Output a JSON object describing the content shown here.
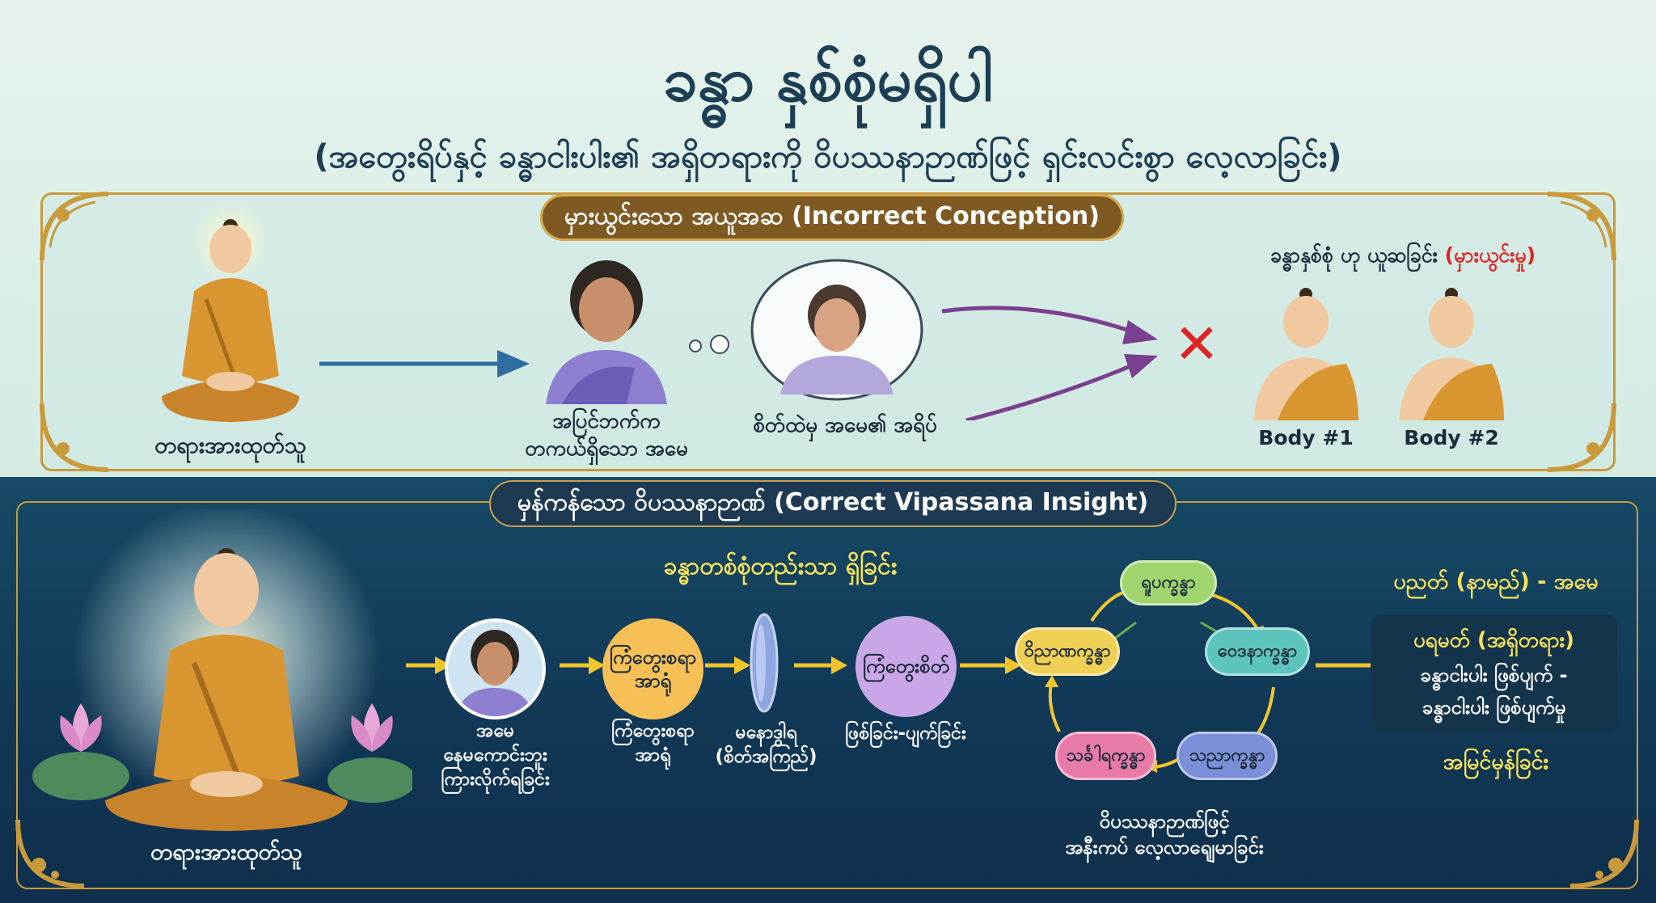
{
  "title": "ခန္ဓာ နှစ်စုံမရှိပါ",
  "subtitle": "(အတွေးရိပ်နှင့် ခန္ဓာငါးပါး၏ အရှိတရားကို ဝိပဿနာဉာဏ်ဖြင့် ရှင်းလင်းစွာ လေ့လာခြင်း)",
  "top_section": {
    "banner": "မှားယွင်းသော အယူအဆ (Incorrect Conception)",
    "meditator_label": "တရားအားထုတ်သူ",
    "mother_label_line1": "အပြင်ဘက်က",
    "mother_label_line2": "တကယ်ရှိသော အမေ",
    "thought_label": "စိတ်ထဲမှ အမေ၏ အရိပ်",
    "wrong_view_prefix": "ခန္ဓာနှစ်စုံ ဟု ယူဆခြင်း",
    "wrong_view_tag": "(မှားယွင်းမှု)",
    "body1": "Body #1",
    "body2": "Body #2",
    "cross": "✕"
  },
  "bottom_section": {
    "banner": "မှန်ကန်သော ဝိပဿနာဉာဏ် (Correct Vipassana Insight)",
    "single_khandha": "ခန္ဓာတစ်စုံတည်းသာ ရှိခြင်း",
    "meditator_label": "တရားအားထုတ်သူ",
    "mother_caption_line1": "အမေ",
    "mother_caption_line2": "နေမကောင်းဘူး",
    "mother_caption_line3": "ကြားလိုက်ရခြင်း",
    "object_circle_line1": "ကြံတွေးစရာ",
    "object_circle_line2": "အာရုံ",
    "object_caption_line1": "ကြံတွေးစရာ",
    "object_caption_line2": "အာရုံ",
    "mano_caption_line1": "မနောဒွါရ",
    "mano_caption_line2": "(စိတ်အကြည်)",
    "thought_circle": "ကြံတွေးစိတ်",
    "arising_caption": "ဖြစ်ခြင်း-ပျက်ခြင်း",
    "cycle": {
      "rupa": "ရူပက္ခန္ဓာ",
      "vedana": "ဝေဒနာက္ခန္ဓာ",
      "sanna": "သညာက္ခန္ဓာ",
      "sankhara": "သင်္ခါရက္ခန္ဓာ",
      "vinnana": "ဝိညာဏက္ခန္ဓာ"
    },
    "cycle_caption_line1": "ဝိပဿနာဉာဏ်ဖြင့်",
    "cycle_caption_line2": "အနီးကပ် လေ့လာရျေမာခြင်း",
    "pannatti": "ပညတ် (နာမည်) - အမေ",
    "paramattha_title": "ပရမတ် (အရှိတရား)",
    "paramattha_line1": "ခန္ဓာငါးပါး ဖြစ်ပျက် -",
    "paramattha_line2": "ခန္ဓာငါးပါး ဖြစ်ပျက်မှု",
    "right_view": "အမြင်မှန်ခြင်း"
  },
  "colors": {
    "title": "#1d3f55",
    "banner_top": "#7e5a22",
    "banner_bottom": "#1e3a52",
    "gold": "#c99a3b",
    "arrow_blue": "#2f6ea0",
    "arrow_purple": "#7b3f8f",
    "arrow_yellow": "#f2c52c",
    "cross_red": "#e02424",
    "wrong_red": "#e02424",
    "robe": "#d9952f",
    "circle_orange": "#f6c057",
    "circle_purple": "#c9a6e8",
    "cloud_green": "#9fd46e",
    "cloud_teal": "#5cc4bd",
    "cloud_blue": "#7b8fd8",
    "cloud_pink": "#e87aa8",
    "cloud_yellow": "#f0cf55"
  }
}
